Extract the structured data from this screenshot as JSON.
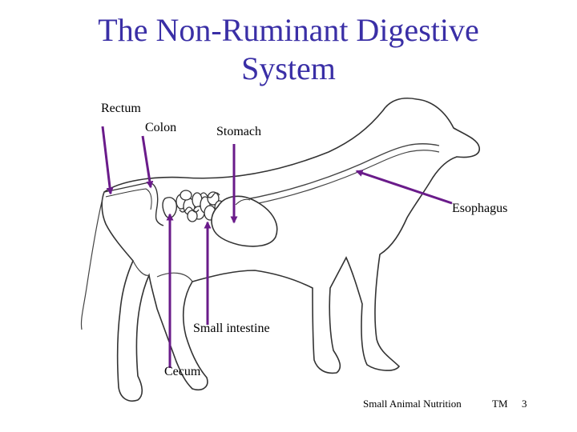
{
  "slide": {
    "title_line1": "The Non-Ruminant Digestive",
    "title_line2": "System",
    "title_color": "#3a2fa6",
    "arrow_color": "#6a1b8a"
  },
  "labels": {
    "rectum": "Rectum",
    "colon": "Colon",
    "stomach": "Stomach",
    "esophagus": "Esophagus",
    "small_intestine": "Small intestine",
    "cecum": "Cecum"
  },
  "footer": {
    "course": "Small Animal Nutrition",
    "tm": "TM",
    "page": "3"
  }
}
